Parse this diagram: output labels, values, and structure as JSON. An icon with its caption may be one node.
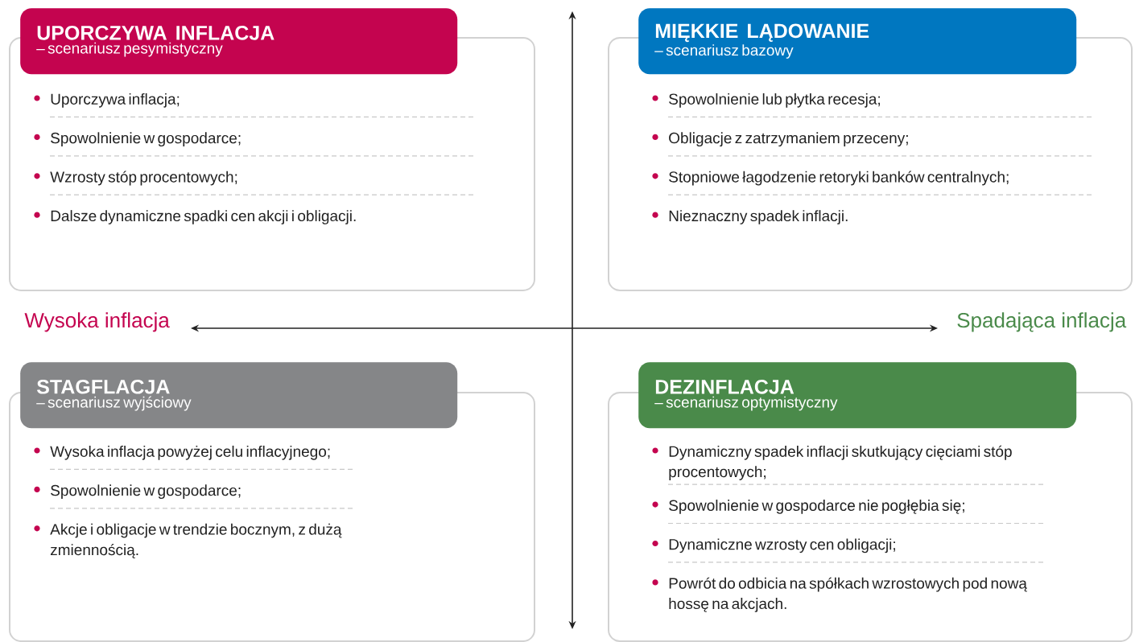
{
  "diagram": {
    "nodes": [
      {
        "text": [
          "UPORCZYWA INFLACJA",
          "– scenariusz pesymistyczny"
        ]
      },
      {
        "text": [
          "Uporczywa inflacja;",
          "Spowolnienie w gospodarce;",
          "Wzrosty stóp procentowych;",
          "Dalsze dynamiczne spadki cen akcji i obligacji."
        ]
      },
      {
        "text": [
          "MIĘKKIE LĄDOWANIE",
          "– scenariusz bazowy"
        ]
      },
      {
        "text": [
          "Spowolnienie lub płytka recesja;",
          "Obligacje z zatrzymaniem przeceny;",
          "Stopniowe łagodzenie retoryki banków centralnych;",
          "Nieznaczny spadek inflacji."
        ]
      },
      {
        "text": [
          "STAGFLACJA",
          "– scenariusz wyjściowy"
        ]
      },
      {
        "text": [
          "Wysoka inflacja powyżej celu inflacyjnego;",
          "Spowolnienie w gospodarce;",
          "Akcje i obligacje w trendzie bocznym, z dużą zmiennością."
        ]
      },
      {
        "text": [
          "DEZINFLACJA",
          "– scenariusz optymistyczny"
        ]
      },
      {
        "text": [
          "Dynamiczny spadek inflacji skutkujący cięciami stóp procentowych;",
          "Spowolnienie w gospodarce nie pogłębia się;",
          "Dynamiczne wzrosty cen obligacji;",
          "Powrót do odbicia na spółkach wzrostowych pod nową hossę na akcjach."
        ]
      }
    ],
    "labels": [
      "Wysoka inflacja",
      "Spadająca inflacja"
    ]
  }
}
